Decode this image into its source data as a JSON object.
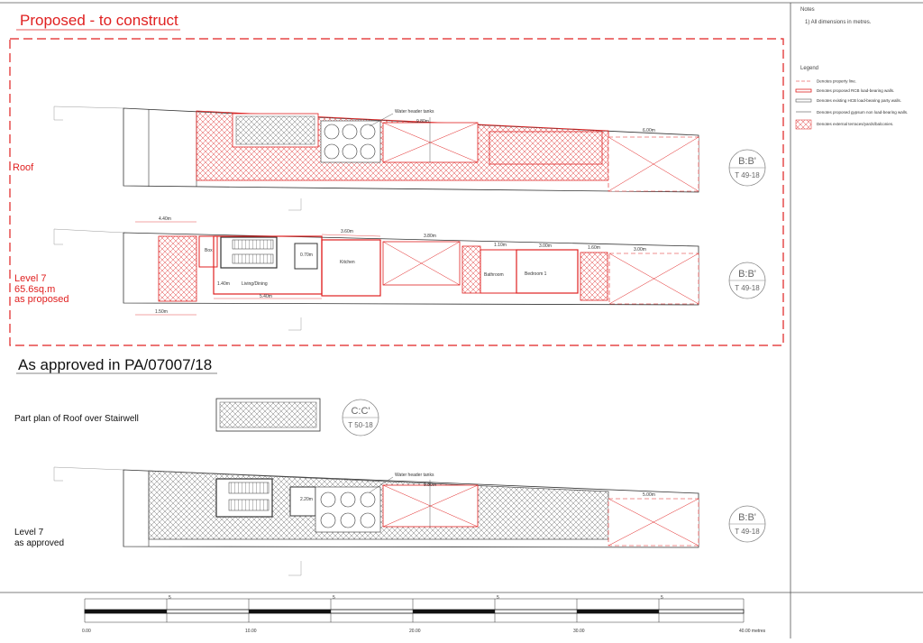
{
  "heading": {
    "proposed": "Proposed - to construct",
    "approved": "As approved in PA/07007/18"
  },
  "notes": {
    "title": "Notes",
    "items": [
      "1) All dimensions in metres."
    ]
  },
  "legend": {
    "title": "Legend",
    "items": [
      "Denotes property line.",
      "Denotes proposed RCB load-bearing walls.",
      "Denotes existing HCB load-bearing party walls.",
      "Denotes proposed gypsum non load-bearing walls.",
      "Denotes external terraces/yards/balconies."
    ]
  },
  "plans": {
    "roof_label": "Roof",
    "level7_proposed": [
      "Level 7",
      "65.6sq.m",
      "as proposed"
    ],
    "stair_roof_label": "Part plan of Roof over Stairwell",
    "level7_approved": [
      "Level 7",
      "as approved"
    ]
  },
  "rooms": {
    "kitchen": "Kitchen",
    "living": "Living/Dining",
    "bedroom": "Bedroom 1",
    "bathroom": "Bathroom",
    "box": "Box"
  },
  "tanks": {
    "proposed": "Water header tanks",
    "approved": "Water header tanks"
  },
  "dimensions": {
    "roof_top": "9.80m",
    "roof_right": "6.00m",
    "l7_left": "4.40m",
    "l7_kitchen": "3.60m",
    "l7_mid": "3.80m",
    "l7_bed_a": "1.10m",
    "l7_bed_b": "3.00m",
    "l7_right_a": "1.60m",
    "l7_right_b": "3.00m",
    "l7_small": "0.70m",
    "l7_bottom": "5.40m",
    "l7_left_bottom": "1.50m",
    "l7_left_side": "1.40m",
    "ap_top": "9.80m",
    "ap_right": "5.00m",
    "ap_small": "2.20m"
  },
  "sections": {
    "bb": "B:B'",
    "bb_ref": "T 49-18",
    "cc": "C:C'",
    "cc_ref": "T 50-18"
  },
  "scale": {
    "ticks": [
      "0.00",
      "10.00",
      "20.00",
      "30.00",
      "40.00 metres"
    ],
    "top_ticks": [
      "5",
      "5",
      "5",
      "5"
    ]
  }
}
